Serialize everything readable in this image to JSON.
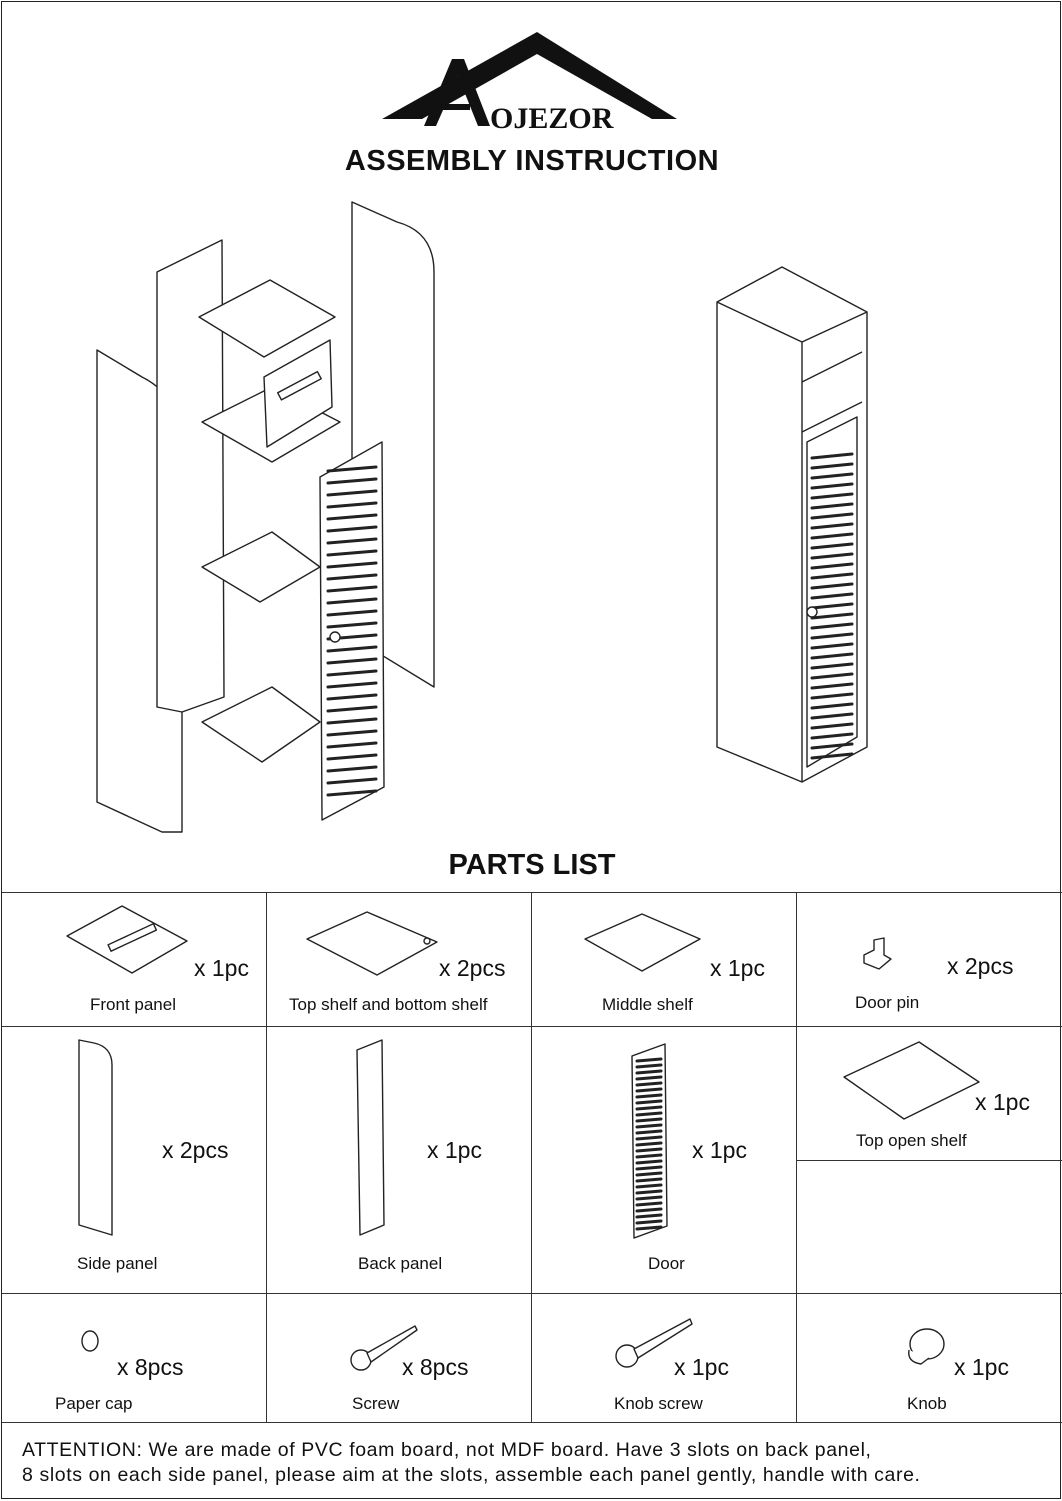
{
  "header": {
    "brand": "OJEZOR",
    "brand_initial": "A",
    "title": "ASSEMBLY INSTRUCTION"
  },
  "parts_title": "PARTS LIST",
  "parts": [
    {
      "name": "Front panel",
      "qty": "x 1pc",
      "icon": "front-panel-icon"
    },
    {
      "name": "Top shelf and bottom shelf",
      "qty": "x 2pcs",
      "icon": "shelf-icon"
    },
    {
      "name": "Middle shelf",
      "qty": "x 1pc",
      "icon": "middle-shelf-icon"
    },
    {
      "name": "Door pin",
      "qty": "x 2pcs",
      "icon": "door-pin-icon"
    },
    {
      "name": "Side panel",
      "qty": "x 2pcs",
      "icon": "side-panel-icon"
    },
    {
      "name": "Back panel",
      "qty": "x 1pc",
      "icon": "back-panel-icon"
    },
    {
      "name": "Door",
      "qty": "x 1pc",
      "icon": "door-icon"
    },
    {
      "name": "Top open shelf",
      "qty": "x 1pc",
      "icon": "top-open-shelf-icon"
    },
    {
      "name": "Paper cap",
      "qty": "x 8pcs",
      "icon": "paper-cap-icon"
    },
    {
      "name": "Screw",
      "qty": "x 8pcs",
      "icon": "screw-icon"
    },
    {
      "name": "Knob screw",
      "qty": "x 1pc",
      "icon": "knob-screw-icon"
    },
    {
      "name": "Knob",
      "qty": "x 1pc",
      "icon": "knob-icon"
    }
  ],
  "attention": {
    "line1": "ATTENTION: We are made of PVC foam board, not MDF board.  Have 3 slots on back panel,",
    "line2": "8 slots on each side panel, please aim at the slots, assemble each panel gently, handle with care."
  }
}
